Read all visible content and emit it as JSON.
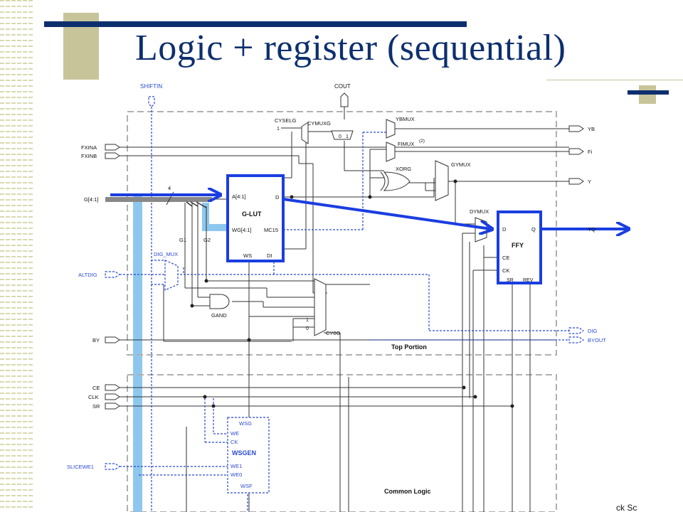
{
  "slide": {
    "title": "Logic + register (sequential)",
    "accent_color": "#0d2f6e",
    "deco_color": "#c8c49a"
  },
  "diagram": {
    "pins_left": {
      "shiftin": "SHIFTIN",
      "fxina": "FXINA",
      "fxinb": "FXINB",
      "g": "G[4:1]",
      "altdig": "ALTDIG",
      "by": "BY",
      "ce": "CE",
      "clk": "CLK",
      "sr": "SR",
      "slicewe1": "SLICEWE1"
    },
    "pins_right": {
      "yb": "YB",
      "fi": "Fi",
      "y": "Y",
      "yq": "YQ",
      "dig": "DIG",
      "byout": "BYOUT"
    },
    "top": {
      "cout": "COUT",
      "cyselg": "CYSELG",
      "cyselg_1": "1",
      "cymuxg": "CYMUXG",
      "cymuxg_0": "0",
      "cymuxg_1": "1",
      "ybmux": "YBMUX",
      "fimux": "FIMUX",
      "fimux_sup": "(2)",
      "xorg": "XORG",
      "gymux": "GYMUX",
      "dymux": "DYMUX"
    },
    "lut": {
      "a": "A[4:1]",
      "d": "D",
      "name": "G-LUT",
      "wg": "WG[4:1]",
      "mc": "MC15",
      "ws": "WS",
      "di": "DI",
      "bus_width": "4",
      "g1": "G1",
      "g2": "G2"
    },
    "ff": {
      "d": "D",
      "q": "Q",
      "name": "FFY",
      "ce": "CE",
      "ck": "CK",
      "sr": "SR",
      "rev": "REV"
    },
    "misc": {
      "dig_mux": "DIG_MUX",
      "gand": "GAND",
      "cy0g": "CY0G",
      "cy0g_1": "1",
      "cy0g_0": "0",
      "top_portion": "Top Portion",
      "common_logic": "Common Logic",
      "clock_partial": "ck Sc"
    },
    "wsgen": {
      "wsg": "WSG",
      "we": "WE",
      "ck": "CK",
      "name": "WSGEN",
      "we1": "WE1",
      "we0": "WE0",
      "wsf": "WSF"
    },
    "highlight_color": "#1a3ee0",
    "shade_color": "#8ec7ee"
  }
}
